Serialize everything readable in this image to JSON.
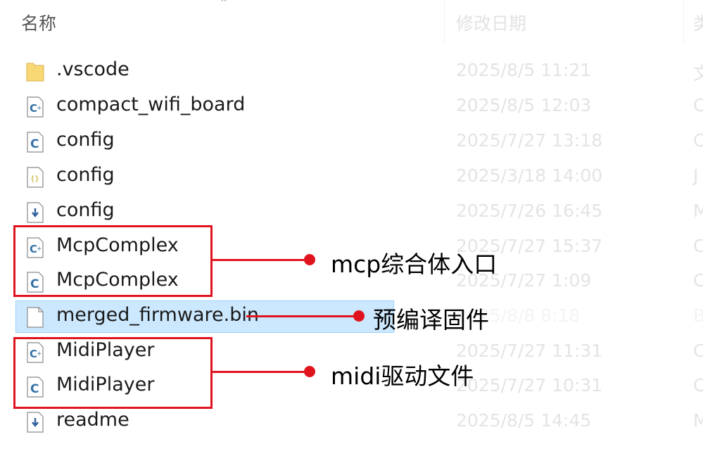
{
  "header": {
    "name_col": "名称",
    "date_col": "修改日期",
    "type_col_partial": "类"
  },
  "files": [
    {
      "name": ".vscode",
      "icon": "folder-icon",
      "date": "2025/8/5 11:21",
      "type_partial": "文"
    },
    {
      "name": "compact_wifi_board",
      "icon": "cpp-file-icon",
      "date": "2025/8/5 12:03",
      "type_partial": "C"
    },
    {
      "name": "config",
      "icon": "c-file-icon",
      "date": "2025/7/27 13:18",
      "type_partial": "C"
    },
    {
      "name": "config",
      "icon": "json-file-icon",
      "date": "2025/3/18 14:00",
      "type_partial": "J"
    },
    {
      "name": "config",
      "icon": "markdown-file-icon",
      "date": "2025/7/26 16:45",
      "type_partial": "M"
    },
    {
      "name": "McpComplex",
      "icon": "cpp-file-icon",
      "date": "2025/7/27 15:37",
      "type_partial": "C"
    },
    {
      "name": "McpComplex",
      "icon": "c-file-icon",
      "date": "2025/7/27 1:09",
      "type_partial": "C"
    },
    {
      "name": "merged_firmware.bin",
      "icon": "bin-file-icon",
      "date": "2025/8/8 8:18",
      "type_partial": "B",
      "selected": true
    },
    {
      "name": "MidiPlayer",
      "icon": "cpp-file-icon",
      "date": "2025/7/27 11:31",
      "type_partial": "C"
    },
    {
      "name": "MidiPlayer",
      "icon": "c-file-icon",
      "date": "2025/7/27 10:31",
      "type_partial": "C"
    },
    {
      "name": "readme",
      "icon": "markdown-file-icon",
      "date": "2025/8/5 14:45",
      "type_partial": "M"
    }
  ],
  "annotations": {
    "mcp": "mcp综合体入口",
    "firmware": "预编译固件",
    "midi": "midi驱动文件",
    "color": "#e0141e"
  }
}
